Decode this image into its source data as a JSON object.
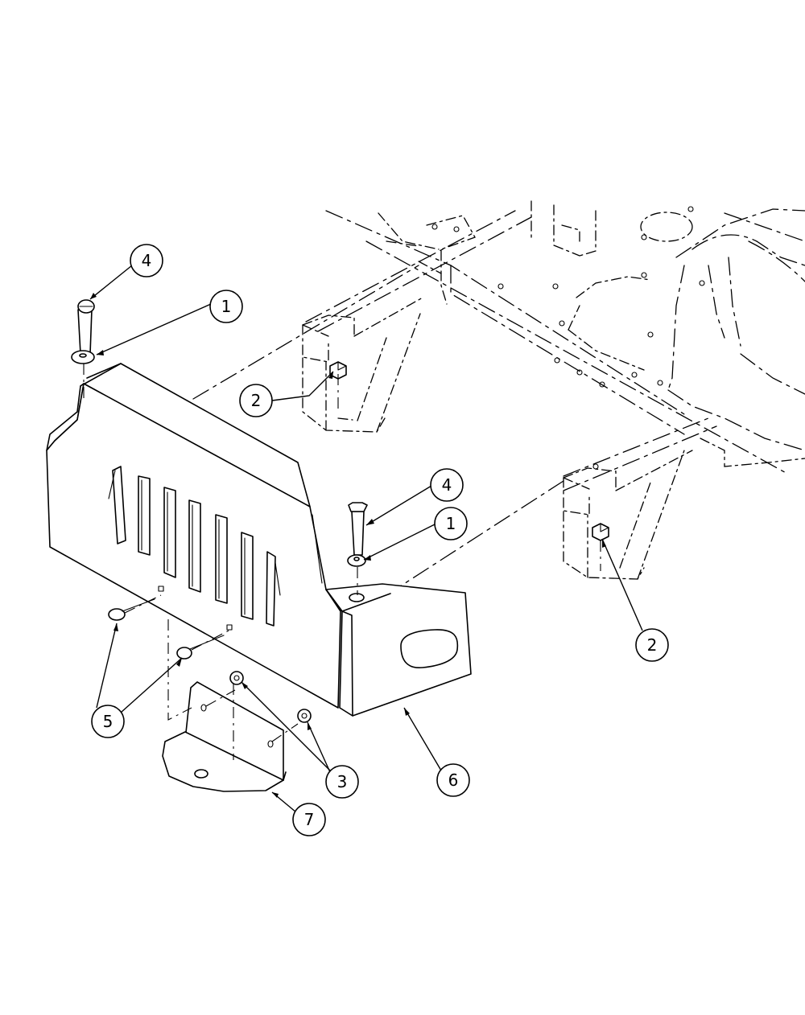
{
  "callouts": [
    {
      "id": "c1a",
      "label": "1"
    },
    {
      "id": "c1b",
      "label": "1"
    },
    {
      "id": "c2a",
      "label": "2"
    },
    {
      "id": "c2b",
      "label": "2"
    },
    {
      "id": "c3",
      "label": "3"
    },
    {
      "id": "c4a",
      "label": "4"
    },
    {
      "id": "c4b",
      "label": "4"
    },
    {
      "id": "c5",
      "label": "5"
    },
    {
      "id": "c6",
      "label": "6"
    },
    {
      "id": "c7",
      "label": "7"
    }
  ]
}
